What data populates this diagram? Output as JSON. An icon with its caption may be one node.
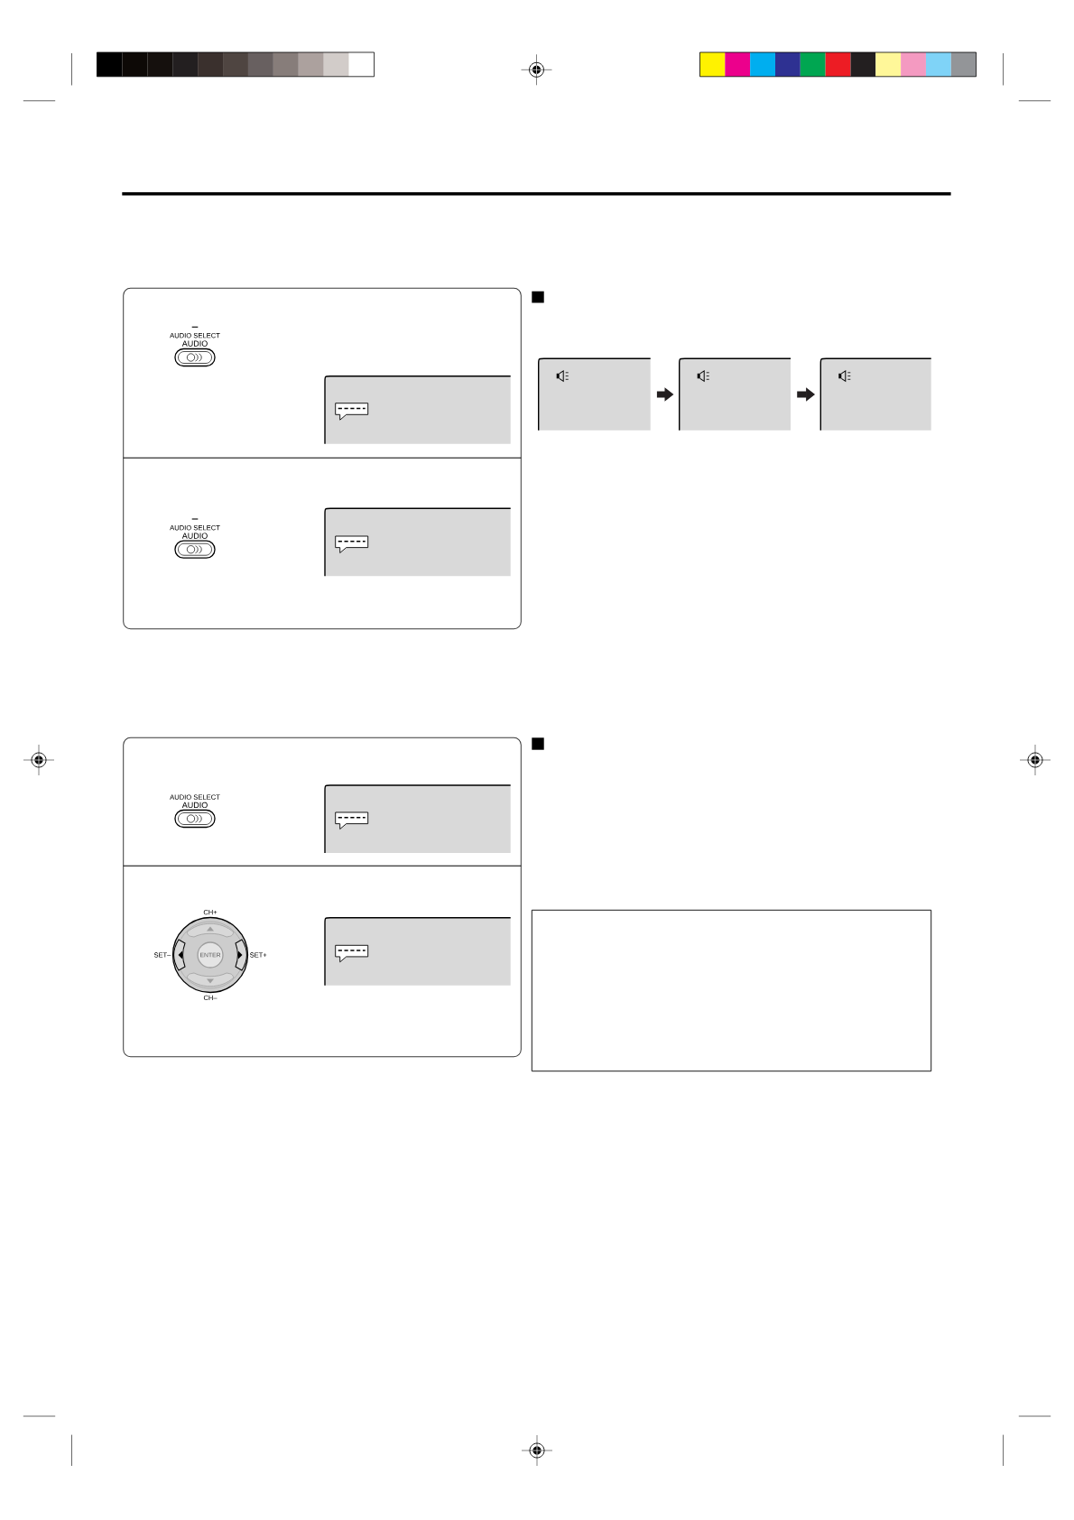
{
  "diagram": {
    "nodes": [
      {
        "text": [],
        "shape": "box"
      },
      {
        "text": [],
        "shape": "box"
      },
      {
        "text": [],
        "shape": "box"
      },
      {
        "text": [],
        "shape": "box"
      }
    ],
    "edges": [
      {
        "from": 0,
        "to": 1,
        "arrow": "to"
      },
      {
        "from": 1,
        "to": 2,
        "arrow": "to"
      }
    ],
    "labels": [
      "AUDIO SELECT",
      "AUDIO",
      "AUDIO SELECT",
      "AUDIO",
      "AUDIO SELECT",
      "AUDIO",
      "CH+",
      "SET–",
      "ENTER",
      "SET+",
      "CH–"
    ]
  }
}
